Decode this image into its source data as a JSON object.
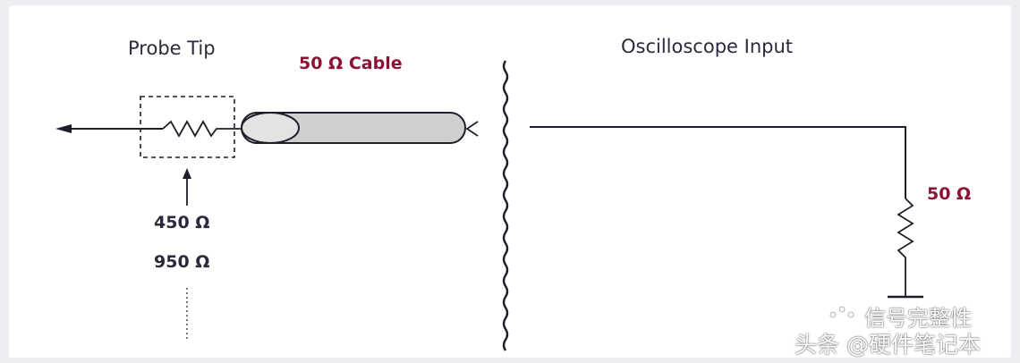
{
  "diagram": {
    "probe_tip_label": "Probe Tip",
    "cable_label": "50 Ω Cable",
    "scope_input_label": "Oscilloscope Input",
    "tip_resistor_value_1": "450 Ω",
    "tip_resistor_value_2": "950 Ω",
    "scope_resistor_value": "50 Ω"
  },
  "watermark": {
    "line1": "信号完整性",
    "line2": "头条 @硬件笔记本"
  },
  "colors": {
    "line": "#1e1e2a",
    "accent_red": "#8a1436",
    "cable_fill": "#cfcfcf"
  }
}
